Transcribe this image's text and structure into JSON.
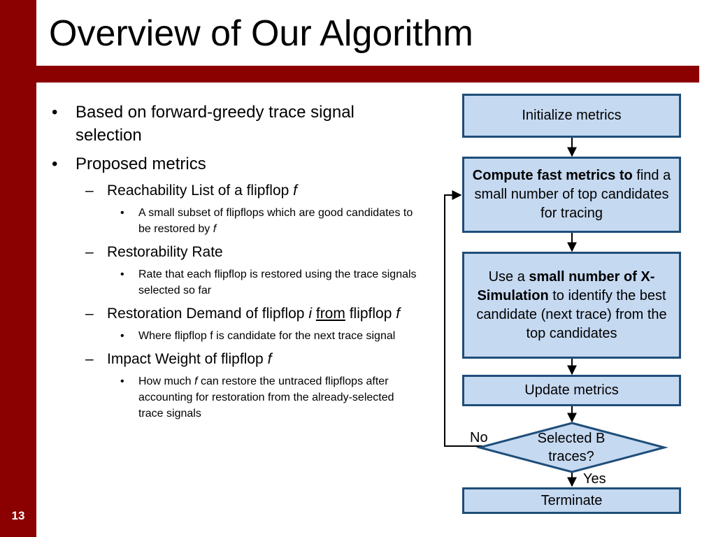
{
  "slide": {
    "title": "Overview of Our Algorithm",
    "page_number": "13"
  },
  "bullets": {
    "b1": "Based on forward-greedy trace signal selection",
    "b2": "Proposed metrics",
    "s1": "Reachability List of a flipflop",
    "s1_var": "f",
    "s1_d1": "A small subset of flipflops which are good candidates to be restored by",
    "s1_d1_var": "f",
    "s2": "Restorability Rate",
    "s2_d1": "Rate that each flipflop is restored using the trace signals selected so far",
    "s3_pre": "Restoration Demand of flipflop",
    "s3_var_i": "i",
    "s3_from": "from",
    "s3_post": "flipflop",
    "s3_var_f": "f",
    "s3_d1": "Where flipflop f is candidate for the next trace signal",
    "s4": "Impact Weight of flipflop",
    "s4_var": "f",
    "s4_d1_pre": "How much",
    "s4_d1_var": "f",
    "s4_d1_post": "can restore the untraced flipflops after accounting for restoration from the already-selected trace signals"
  },
  "flowchart": {
    "init": "Initialize metrics",
    "compute_bold": "Compute fast metrics to",
    "compute_rest": "find a small number of top candidates for tracing",
    "xsim_pre": "Use a",
    "xsim_bold": "small number of X-Simulation",
    "xsim_post": "to identify the best candidate (next trace) from the top candidates",
    "update": "Update metrics",
    "decision": "Selected B traces?",
    "no_label": "No",
    "yes_label": "Yes",
    "terminate": "Terminate"
  },
  "colors": {
    "accent": "#8b0000",
    "box_fill": "#c5d9f1",
    "box_border": "#1f4e79"
  }
}
